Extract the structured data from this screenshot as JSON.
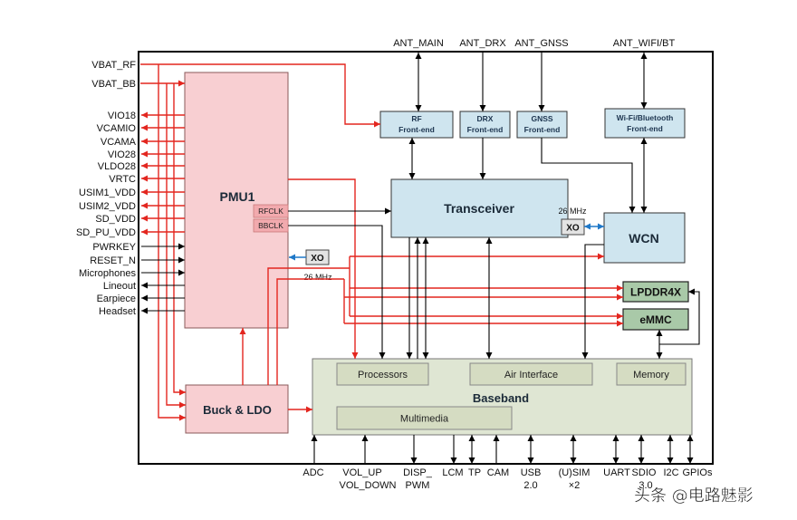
{
  "antennas": {
    "main": "ANT_MAIN",
    "drx": "ANT_DRX",
    "gnss": "ANT_GNSS",
    "wifi_bt": "ANT_WIFI/BT"
  },
  "front_ends": {
    "rf": {
      "line1": "RF",
      "line2": "Front-end"
    },
    "drx": {
      "line1": "DRX",
      "line2": "Front-end"
    },
    "gnss": {
      "line1": "GNSS",
      "line2": "Front-end"
    },
    "wifi_bt": {
      "line1": "Wi-Fi/Bluetooth",
      "line2": "Front-end"
    }
  },
  "blocks": {
    "transceiver": "Transceiver",
    "wcn": "WCN",
    "lpddr": "LPDDR4X",
    "emmc": "eMMC",
    "pmu": "PMU1",
    "rfclk": "RFCLK",
    "bbclk": "BBCLK",
    "buck": "Buck & LDO",
    "baseband": "Baseband",
    "processors": "Processors",
    "air_interface": "Air Interface",
    "memory": "Memory",
    "multimedia": "Multimedia"
  },
  "oscillators": [
    {
      "label": "XO",
      "freq": "26 MHz"
    },
    {
      "label": "XO",
      "freq": "26 MHz"
    }
  ],
  "pmu_pins": [
    "VBAT_RF",
    "VBAT_BB",
    "VIO18",
    "VCAMIO",
    "VCAMA",
    "VIO28",
    "VLDO28",
    "VRTC",
    "USIM1_VDD",
    "USIM2_VDD",
    "SD_VDD",
    "SD_PU_VDD",
    "PWRKEY",
    "RESET_N",
    "Microphones",
    "Lineout",
    "Earpiece",
    "Headset"
  ],
  "bottom_io": [
    {
      "line1": "ADC"
    },
    {
      "line1": "VOL_UP",
      "line2": "VOL_DOWN"
    },
    {
      "line1": "DISP_",
      "line2": "PWM"
    },
    {
      "line1": "LCM"
    },
    {
      "line1": "TP"
    },
    {
      "line1": "CAM"
    },
    {
      "line1": "USB",
      "line2": "2.0"
    },
    {
      "line1": "(U)SIM",
      "line2": "×2"
    },
    {
      "line1": "UART"
    },
    {
      "line1": "SDIO",
      "line2": "3.0"
    },
    {
      "line1": "I2C"
    },
    {
      "line1": "GPIOs"
    }
  ],
  "watermark": "头条 @电路魅影",
  "colors": {
    "power_line": "#e3261f",
    "signal_line": "#000000",
    "clock_line": "#1f78c8",
    "pmu_fill": "#f8cfd2",
    "rf_fill": "#cfe5ef",
    "memory_fill": "#a9c9a8",
    "baseband_fill": "#dfe6d3"
  }
}
